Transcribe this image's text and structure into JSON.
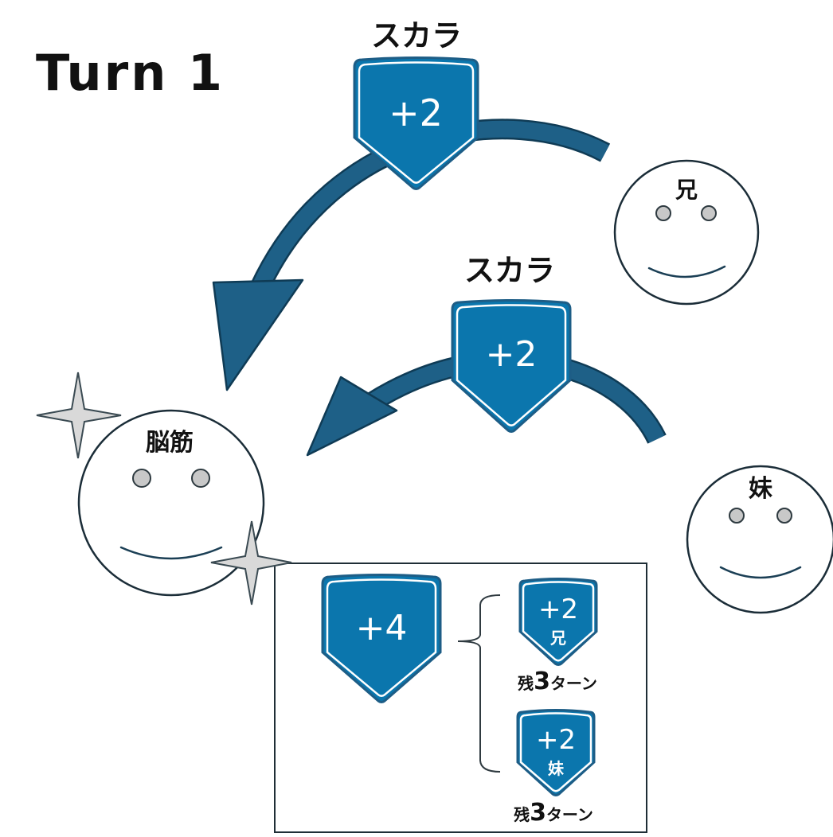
{
  "turn_label": "Turn 1",
  "actions": [
    {
      "skill": "スカラ",
      "value": "+2"
    },
    {
      "skill": "スカラ",
      "value": "+2"
    }
  ],
  "characters": {
    "target": "脳筋",
    "brother": "兄",
    "sister": "妹"
  },
  "buff_summary": {
    "total": "+4",
    "stacks": [
      {
        "value": "+2",
        "source": "兄",
        "remaining_prefix": "残",
        "remaining_turns": "3",
        "remaining_suffix": "ターン"
      },
      {
        "value": "+2",
        "source": "妹",
        "remaining_prefix": "残",
        "remaining_turns": "3",
        "remaining_suffix": "ターン"
      }
    ]
  },
  "colors": {
    "shield_fill": "#0b76ad",
    "shield_border": "#1d5d86",
    "arrow_fill": "#1e6087"
  }
}
